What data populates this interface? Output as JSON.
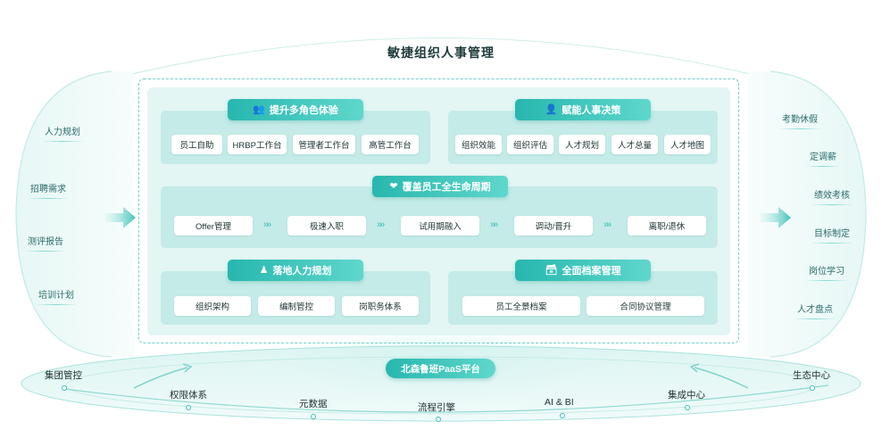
{
  "title": "敏捷组织人事管理",
  "left_labels": [
    "人力规划",
    "招聘需求",
    "测评报告",
    "培训计划"
  ],
  "right_labels": [
    "考勤休假",
    "定调薪",
    "绩效考核",
    "目标制定",
    "岗位学习",
    "人才盘点"
  ],
  "sections": {
    "roles": {
      "title": "提升多角色体验",
      "icon": "users-icon",
      "items": [
        "员工自助",
        "HRBP工作台",
        "管理者工作台",
        "高管工作台"
      ]
    },
    "decision": {
      "title": "赋能人事决策",
      "icon": "user-settings-icon",
      "items": [
        "组织效能",
        "组织评估",
        "人才规划",
        "人才总量",
        "人才地图"
      ]
    },
    "lifecycle": {
      "title": "覆盖员工全生命周期",
      "icon": "heart-hand-icon",
      "items": [
        "Offer管理",
        "极速入职",
        "试用期融入",
        "调动/晋升",
        "离职/退休"
      ]
    },
    "planning": {
      "title": "落地人力规划",
      "icon": "org-icon",
      "items": [
        "组织架构",
        "编制管控",
        "岗职务体系"
      ]
    },
    "archive": {
      "title": "全面档案管理",
      "icon": "archive-icon",
      "items": [
        "员工全景档案",
        "合同协议管理"
      ]
    }
  },
  "platform": "北森鲁班PaaS平台",
  "base_items": [
    "集团管控",
    "权限体系",
    "元数据",
    "流程引擎",
    "AI & BI",
    "集成中心",
    "生态中心"
  ],
  "colors": {
    "accent": "#27b7ae",
    "accent_light": "#5fd7cc",
    "panel": "#e3f6f4",
    "section": "#c4ebe7"
  }
}
